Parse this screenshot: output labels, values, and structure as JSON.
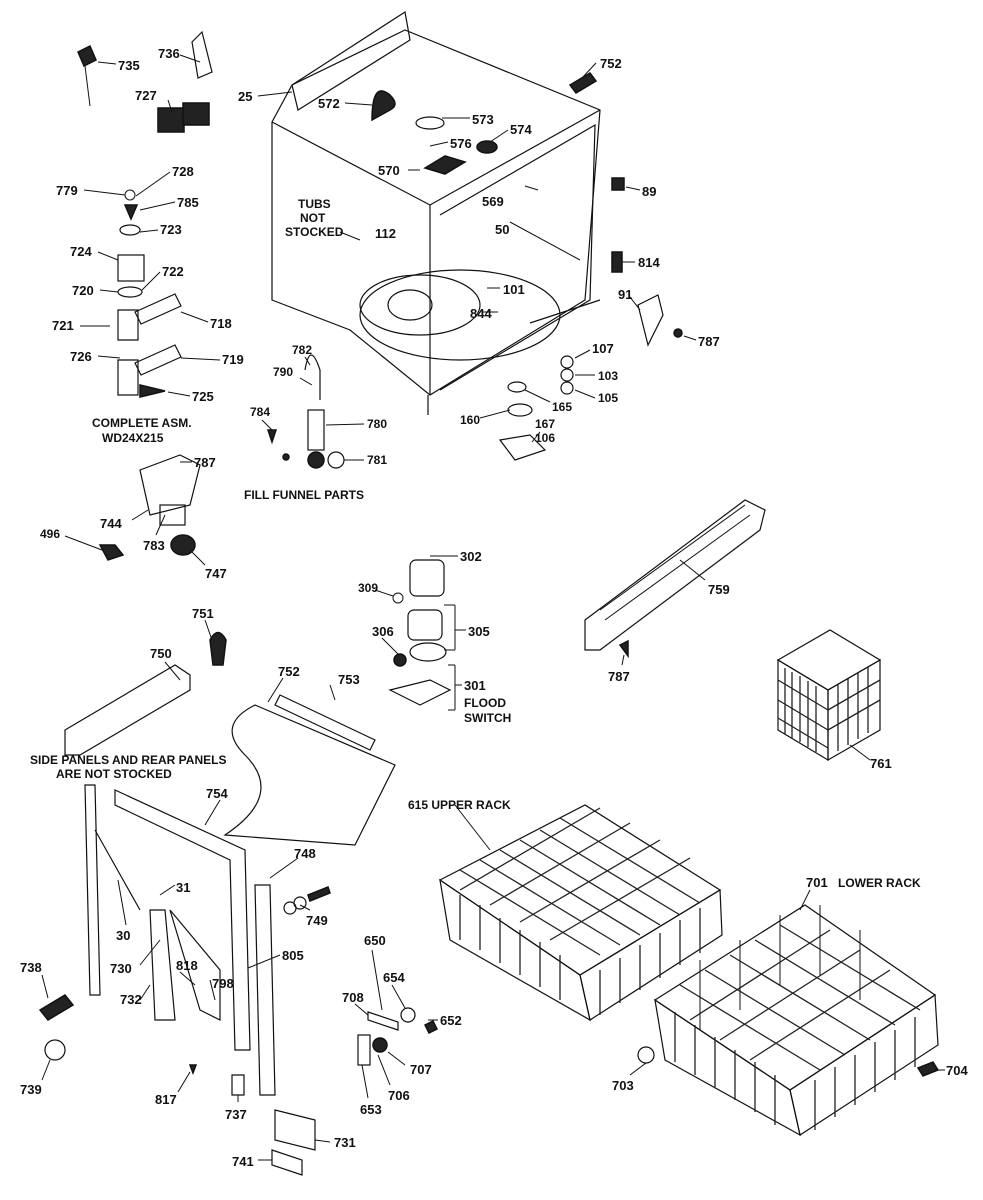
{
  "labels": {
    "l735": "735",
    "l736": "736",
    "l727": "727",
    "l25": "25",
    "l572": "572",
    "l752a": "752",
    "l573": "573",
    "l574": "574",
    "l576": "576",
    "l570": "570",
    "l89": "89",
    "l569": "569",
    "l50": "50",
    "l112": "112",
    "l814": "814",
    "l101": "101",
    "l91": "91",
    "l844": "844",
    "l787a": "787",
    "l107": "107",
    "l103": "103",
    "l105": "105",
    "l165": "165",
    "l160": "160",
    "l167": "167",
    "l106": "106",
    "l728": "728",
    "l779": "779",
    "l785": "785",
    "l723": "723",
    "l724": "724",
    "l722": "722",
    "l720": "720",
    "l718": "718",
    "l721": "721",
    "l726": "726",
    "l719": "719",
    "l725": "725",
    "l782": "782",
    "l790": "790",
    "l784": "784",
    "l780": "780",
    "l781": "781",
    "l787b": "787",
    "l744": "744",
    "l783": "783",
    "l747": "747",
    "l496": "496",
    "l302": "302",
    "l309": "309",
    "l305": "305",
    "l306": "306",
    "l301": "301",
    "l759": "759",
    "l787c": "787",
    "l761": "761",
    "l751": "751",
    "l750": "750",
    "l752b": "752",
    "l753": "753",
    "l754": "754",
    "l748": "748",
    "l31": "31",
    "l30": "30",
    "l749": "749",
    "l805": "805",
    "l730": "730",
    "l818": "818",
    "l798": "798",
    "l738": "738",
    "l732": "732",
    "l739": "739",
    "l817": "817",
    "l737": "737",
    "l731": "731",
    "l741": "741",
    "l650": "650",
    "l654": "654",
    "l708": "708",
    "l652": "652",
    "l707": "707",
    "l706": "706",
    "l653": "653",
    "l701": "701",
    "l703": "703",
    "l704": "704"
  },
  "captions": {
    "tubs_line1": "TUBS",
    "tubs_line2": "NOT",
    "tubs_line3": "STOCKED",
    "complete_asm_line1": "COMPLETE ASM.",
    "complete_asm_line2": "WD24X215",
    "fill_funnel": "FILL FUNNEL PARTS",
    "flood_line1": "FLOOD",
    "flood_line2": "SWITCH",
    "side_panels_line1": "SIDE PANELS AND REAR PANELS",
    "side_panels_line2": "ARE NOT STOCKED",
    "upper_rack": "615 UPPER RACK",
    "lower_rack": "LOWER RACK"
  }
}
